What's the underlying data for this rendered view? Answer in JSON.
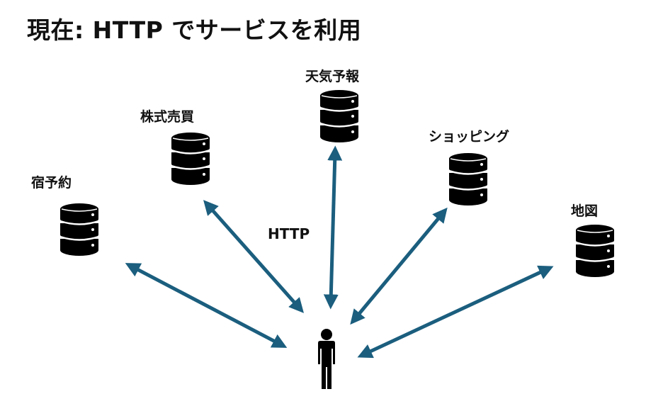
{
  "title": "現在: HTTP でサービスを利用",
  "protocol_label": "HTTP",
  "colors": {
    "arrow": "#1b5e7e",
    "icon": "#000000",
    "text": "#111111"
  },
  "services": [
    {
      "label": "宿予約",
      "icon": "database-icon"
    },
    {
      "label": "株式売買",
      "icon": "database-icon"
    },
    {
      "label": "天気予報",
      "icon": "database-icon"
    },
    {
      "label": "ショッピング",
      "icon": "database-icon"
    },
    {
      "label": "地図",
      "icon": "database-icon"
    }
  ],
  "user": {
    "icon": "person-icon"
  }
}
